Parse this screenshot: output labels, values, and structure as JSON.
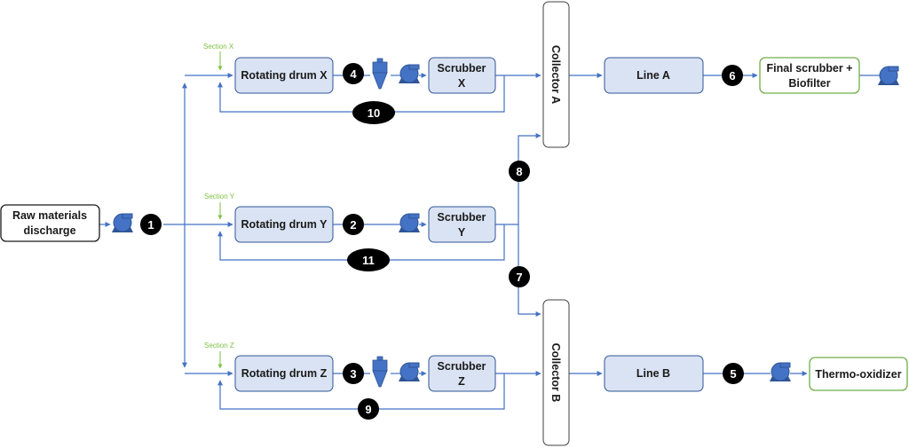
{
  "diagram": {
    "raw": {
      "line1": "Raw materials",
      "line2": "discharge"
    },
    "drums": {
      "x": "Rotating drum X",
      "y": "Rotating drum Y",
      "z": "Rotating drum Z"
    },
    "scrubbers": {
      "x": {
        "line1": "Scrubber",
        "line2": "X"
      },
      "y": {
        "line1": "Scrubber",
        "line2": "Y"
      },
      "z": {
        "line1": "Scrubber",
        "line2": "Z"
      }
    },
    "sections": {
      "x": "Section  X",
      "y": "Section Y",
      "z": "Section Z"
    },
    "collectors": {
      "a": "Collector A",
      "b": "Collector B"
    },
    "lines": {
      "a": "Line A",
      "b": "Line B"
    },
    "final_scrubber": {
      "line1": "Final scrubber +",
      "line2": "Biofilter"
    },
    "thermo": "Thermo-oxidizer",
    "markers": {
      "m1": "1",
      "m2": "2",
      "m3": "3",
      "m4": "4",
      "m5": "5",
      "m6": "6",
      "m7": "7",
      "m8": "8",
      "m9": "9",
      "m10": "10",
      "m11": "11"
    }
  },
  "colors": {
    "flow_line": "#4472c4",
    "process_box_fill": "#dae3f3",
    "process_box_stroke": "#2f5597",
    "output_box_stroke": "#70ad47",
    "section_label": "#7cc242",
    "badge": "#000000",
    "equipment_fill": "#4472c4"
  }
}
